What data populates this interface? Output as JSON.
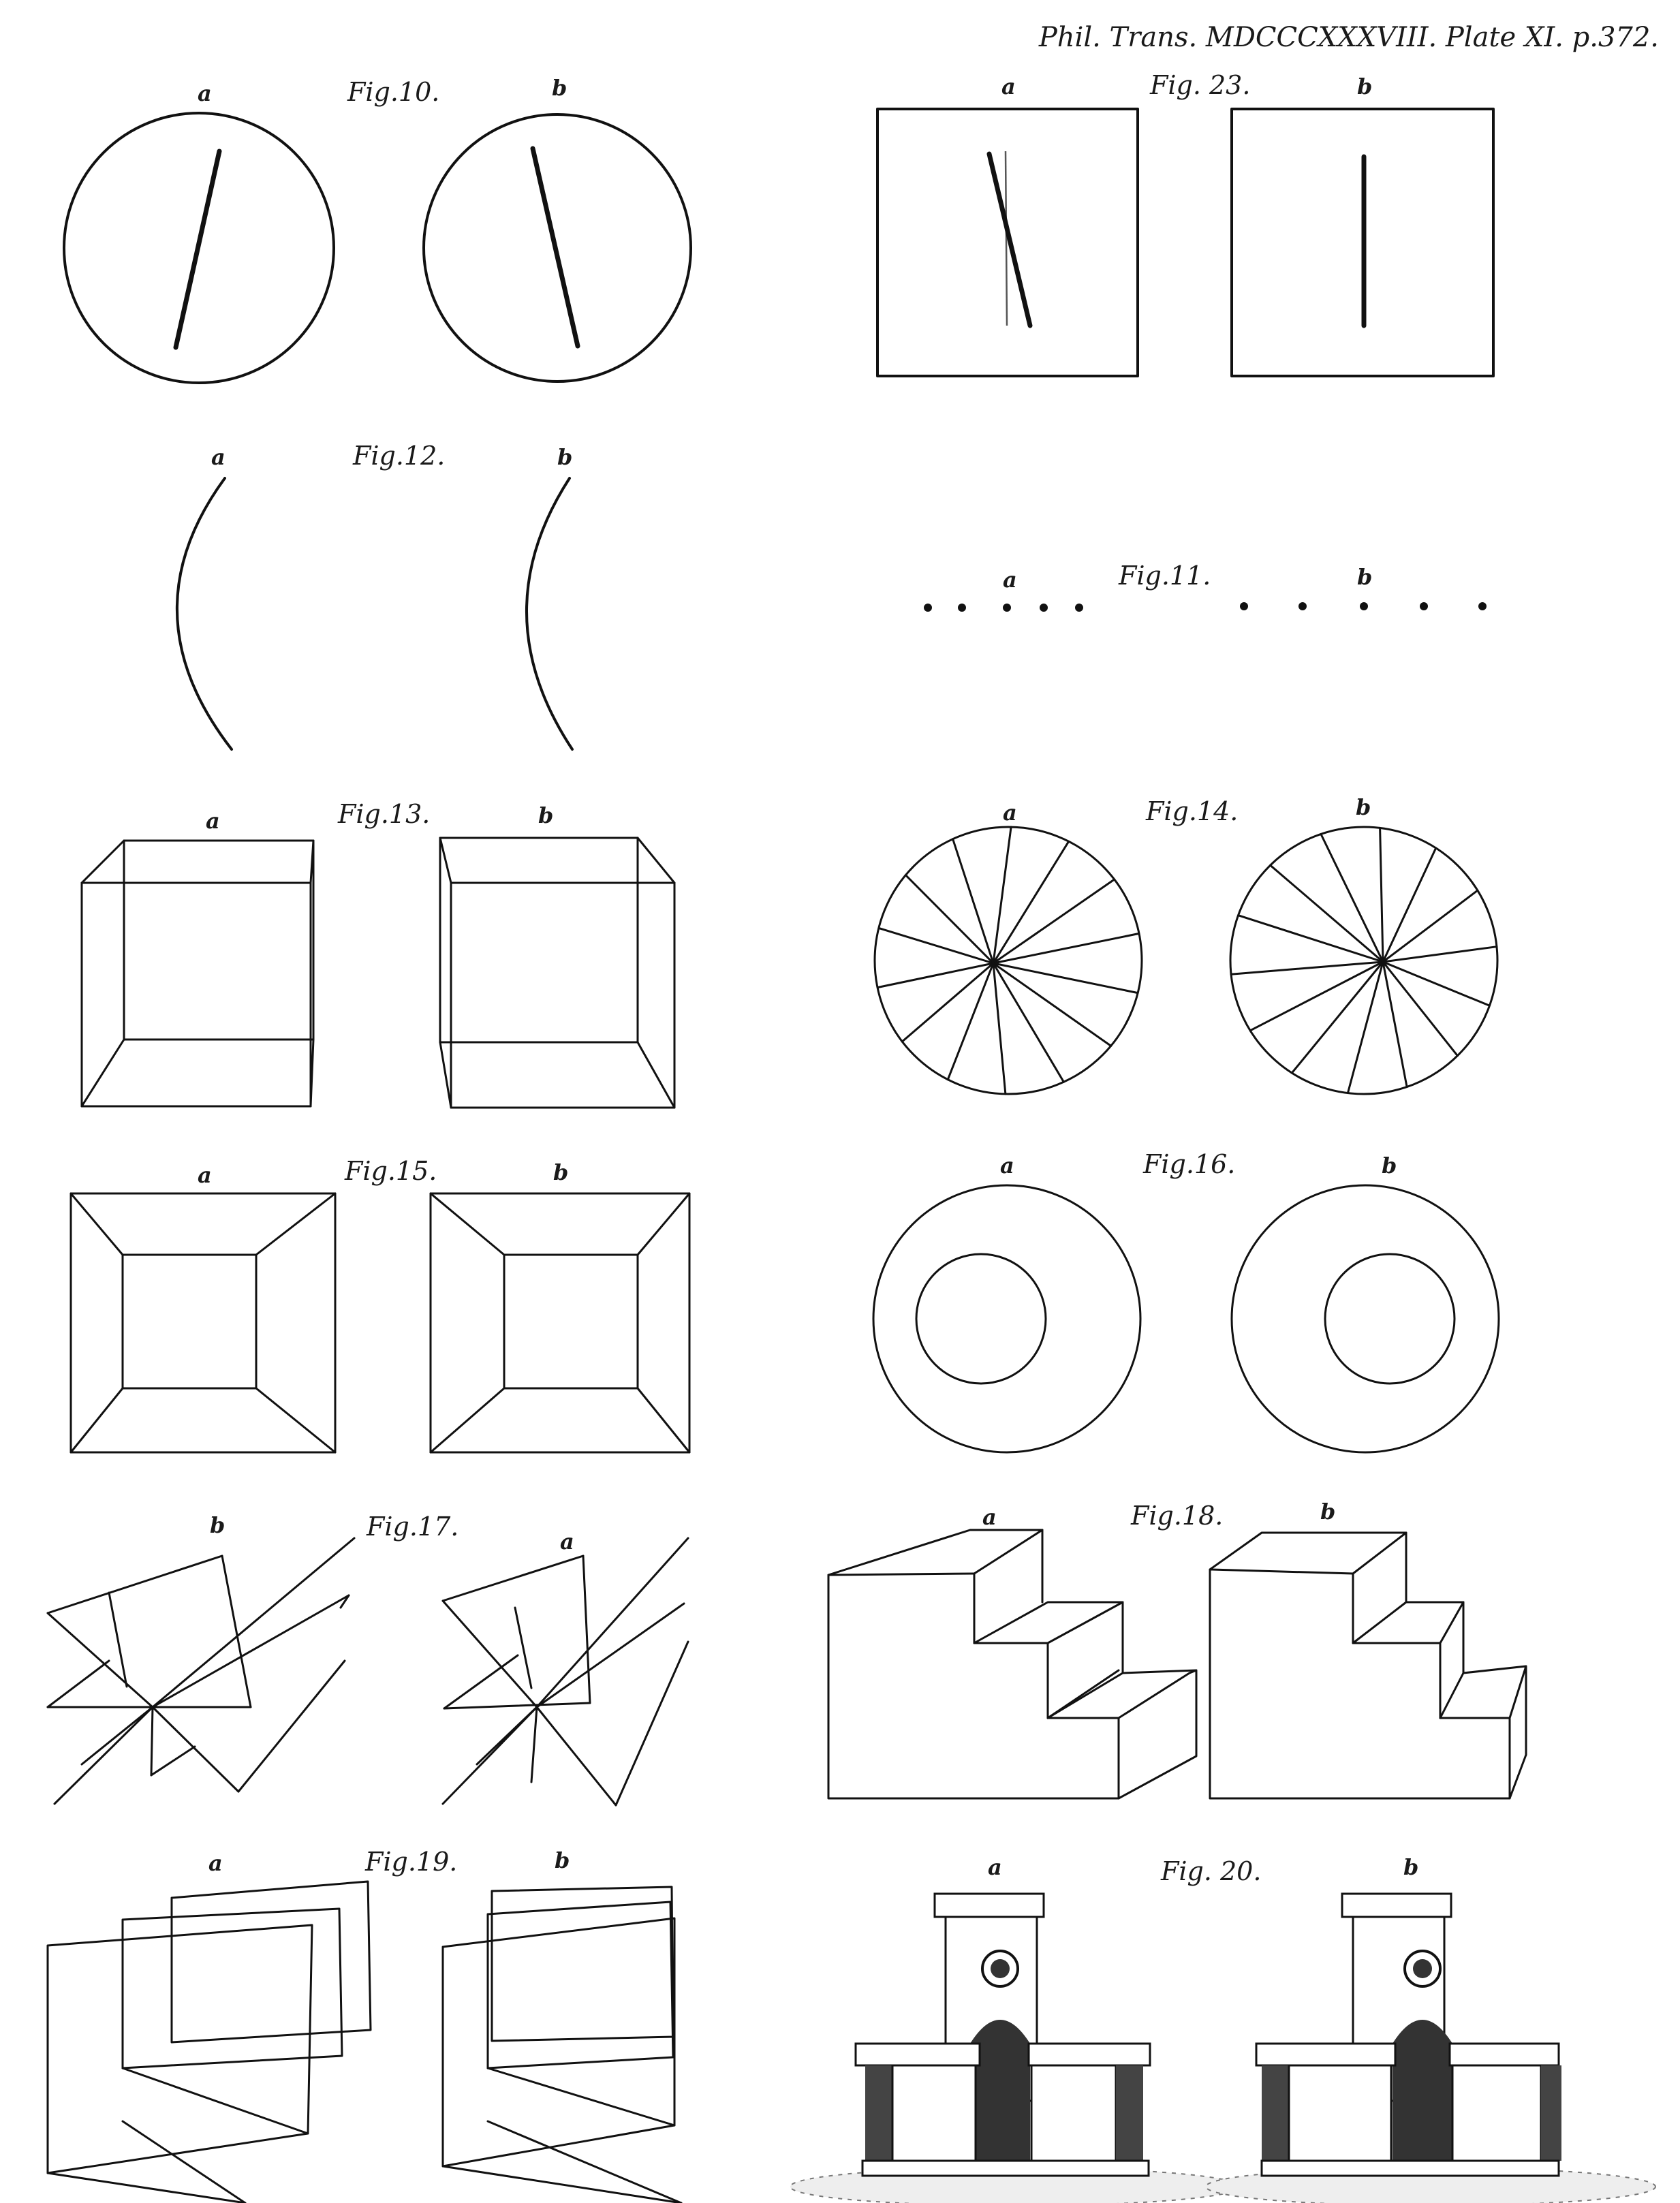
{
  "header": "Phil. Trans. MDCCCXXXVIII. Plate XI. p.372.",
  "figures": {
    "fig10": {
      "title": "Fig.10.",
      "a": "a",
      "b": "b"
    },
    "fig23": {
      "title": "Fig. 23.",
      "a": "a",
      "b": "b"
    },
    "fig12": {
      "title": "Fig.12.",
      "a": "a",
      "b": "b"
    },
    "fig11": {
      "title": "Fig.11.",
      "a": "a",
      "b": "b"
    },
    "fig13": {
      "title": "Fig.13.",
      "a": "a",
      "b": "b"
    },
    "fig14": {
      "title": "Fig.14.",
      "a": "a",
      "b": "b"
    },
    "fig15": {
      "title": "Fig.15.",
      "a": "a",
      "b": "b"
    },
    "fig16": {
      "title": "Fig.16.",
      "a": "a",
      "b": "b"
    },
    "fig17": {
      "title": "Fig.17.",
      "a": "a",
      "b": "b"
    },
    "fig18": {
      "title": "Fig.18.",
      "a": "a",
      "b": "b"
    },
    "fig19": {
      "title": "Fig.19.",
      "a": "a",
      "b": "b"
    },
    "fig20": {
      "title": "Fig. 20.",
      "a": "a",
      "b": "b"
    }
  }
}
